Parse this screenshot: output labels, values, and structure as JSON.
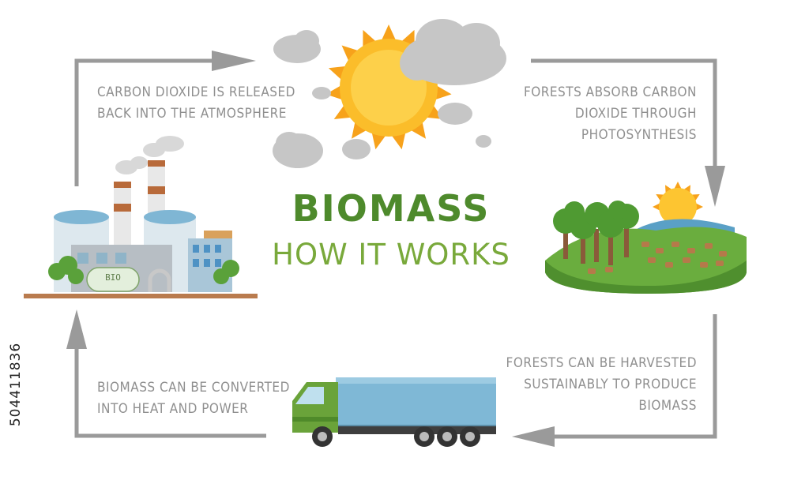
{
  "title": "BIOMASS",
  "subtitle": "HOW IT WORKS",
  "steps": {
    "release": {
      "lines": [
        "CARBON DIOXIDE IS RELEASED",
        "BACK INTO THE ATMOSPHERE"
      ]
    },
    "absorb": {
      "lines": [
        "FORESTS ABSORB CARBON",
        "DIOXIDE THROUGH",
        "PHOTOSYNTHESIS"
      ]
    },
    "harvest": {
      "lines": [
        "FORESTS CAN BE HARVESTED",
        "SUSTAINABLY TO PRODUCE",
        "BIOMASS"
      ]
    },
    "convert": {
      "lines": [
        "BIOMASS CAN BE CONVERTED",
        "INTO HEAT AND POWER"
      ]
    }
  },
  "factory_tank_label": "BIO",
  "stock_id": "504411836",
  "colors": {
    "title_green": "#4e8a2c",
    "subtitle_green": "#79a93b",
    "arrow_gray": "#9a9a9a",
    "text_gray": "#8f8f8f",
    "sun_orange": "#f7a21b",
    "cloud_gray": "#bdbdbd",
    "truck_green": "#6aa33a",
    "trailer_blue": "#7fb8d6"
  }
}
